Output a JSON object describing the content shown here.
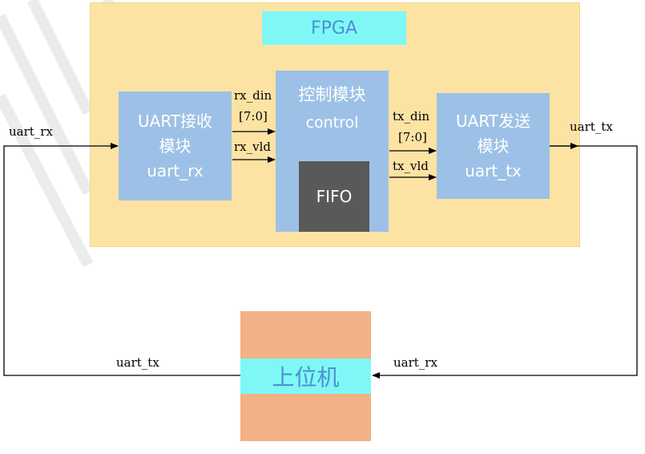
{
  "fpga": {
    "title": "FPGA"
  },
  "uart_rx_block": {
    "line1": "UART接收",
    "line2": "模块",
    "line3": "uart_rx"
  },
  "control_block": {
    "title": "控制模块",
    "subtitle": "control"
  },
  "fifo": {
    "label": "FIFO"
  },
  "uart_tx_block": {
    "line1": "UART发送",
    "line2": "模块",
    "line3": "uart_tx"
  },
  "host": {
    "label": "上位机"
  },
  "signals": {
    "fpga_in": "uart_rx",
    "fpga_out": "uart_tx",
    "rx_din": "rx_din",
    "rx_din_width": "[7:0]",
    "rx_vld": "rx_vld",
    "tx_din": "tx_din",
    "tx_din_width": "[7:0]",
    "tx_vld": "tx_vld",
    "host_out": "uart_tx",
    "host_in": "uart_rx"
  },
  "colors": {
    "fpga_bg": "#fde3a3",
    "module_bg": "#9dc1e6",
    "title_bg": "#7ff7f7",
    "title_text": "#4d8fd0",
    "fifo_bg": "#595959",
    "host_bg": "#f2b186"
  }
}
